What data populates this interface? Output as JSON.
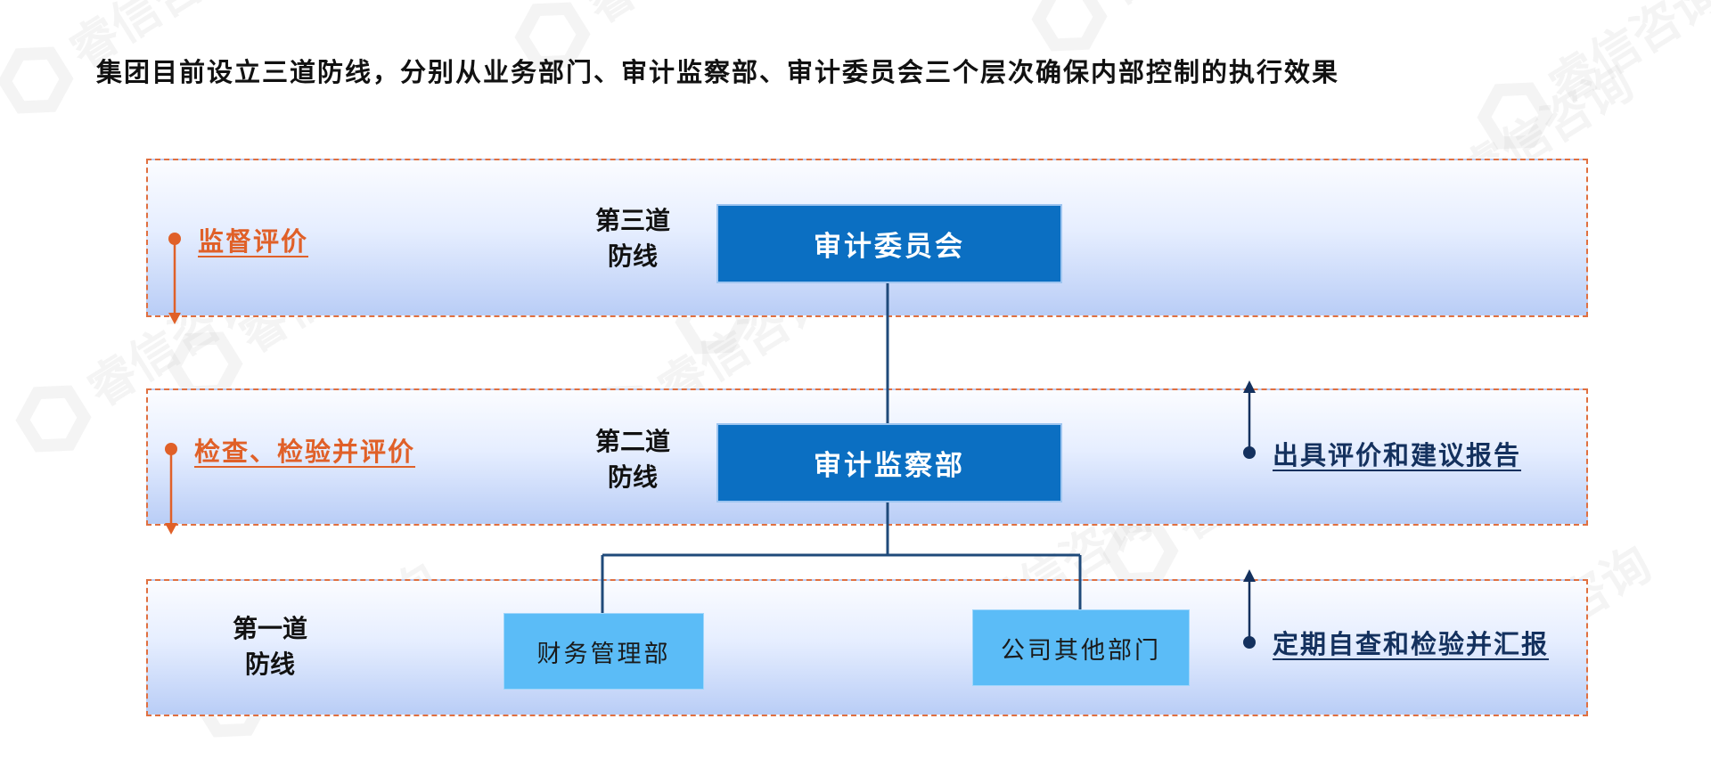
{
  "headline": "集团目前设立三道防线，分别从业务部门、审计监察部、审计委员会三个层次确保内部控制的执行效果",
  "watermark": {
    "text": "睿信咨询",
    "color": "#cfcfcf"
  },
  "bands": {
    "third": {
      "label_line1": "第三道",
      "label_line2": "防线",
      "box": "审计委员会",
      "left_note": "监督评价"
    },
    "second": {
      "label_line1": "第二道",
      "label_line2": "防线",
      "box": "审计监察部",
      "left_note": "检查、检验并评价",
      "right_note": "出具评价和建议报告"
    },
    "first": {
      "label_line1": "第一道",
      "label_line2": "防线",
      "box_left": "财务管理部",
      "box_right": "公司其他部门",
      "right_note": "定期自查和检验并汇报"
    }
  },
  "icons": {
    "left_arrows": "arrow-down-icon",
    "right_arrows": "arrow-up-icon",
    "watermark_logo": "hexagon-logo-icon"
  },
  "colors": {
    "band_border": "#e07040",
    "dark_box": "#0b6fc2",
    "light_box": "#5bbcf7",
    "orange_accent": "#e06028",
    "navy_accent": "#14315e",
    "connector": "#1f4a7a"
  }
}
